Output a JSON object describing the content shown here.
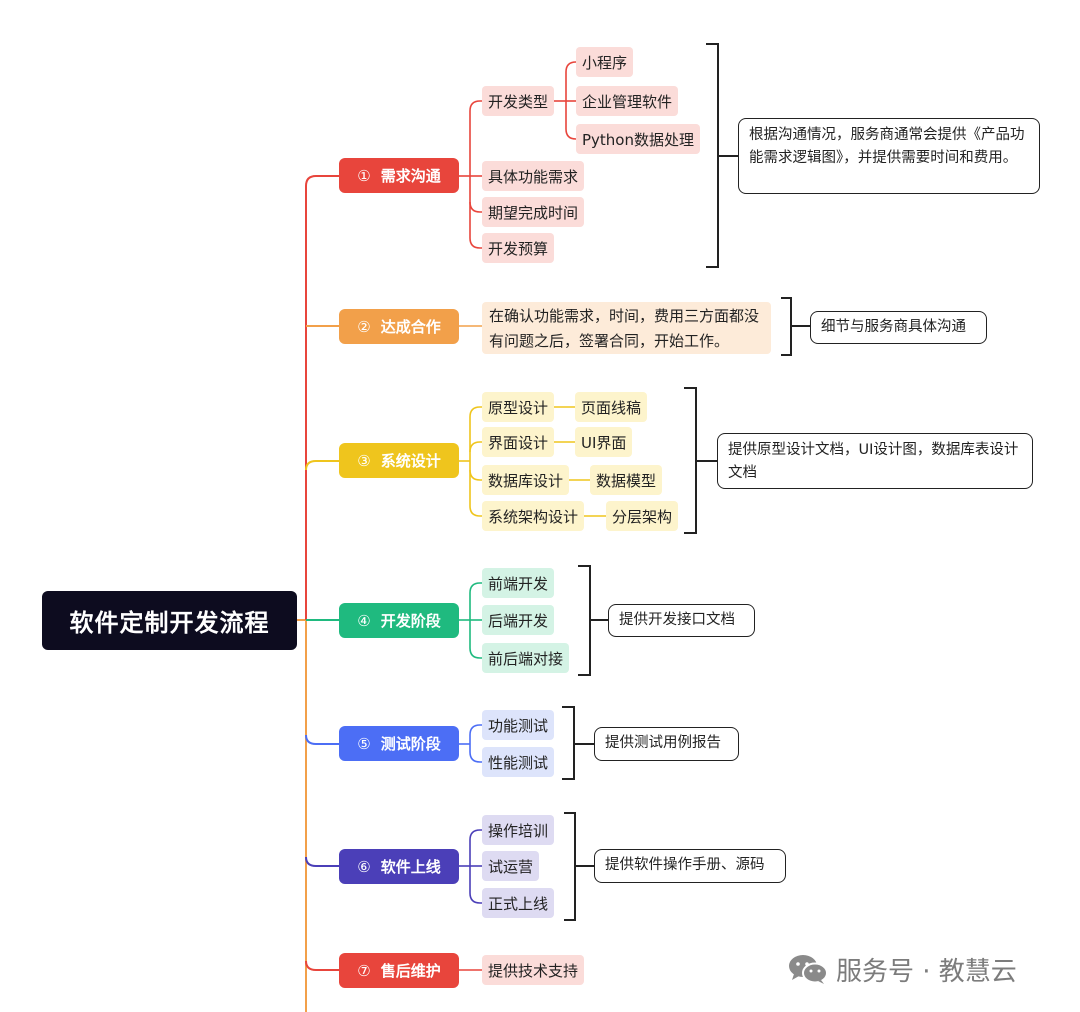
{
  "root": {
    "title": "软件定制开发流程"
  },
  "stages": [
    {
      "num": "①",
      "label": "需求沟通",
      "color": "#e8453c"
    },
    {
      "num": "②",
      "label": "达成合作",
      "color": "#f2a04a"
    },
    {
      "num": "③",
      "label": "系统设计",
      "color": "#efc51d"
    },
    {
      "num": "④",
      "label": "开发阶段",
      "color": "#1fba7f"
    },
    {
      "num": "⑤",
      "label": "测试阶段",
      "color": "#4c6ef5"
    },
    {
      "num": "⑥",
      "label": "软件上线",
      "color": "#4b3fb8"
    },
    {
      "num": "⑦",
      "label": "售后维护",
      "color": "#e8453c"
    }
  ],
  "s1": {
    "dev_type": "开发类型",
    "types": [
      "小程序",
      "企业管理软件",
      "Python数据处理"
    ],
    "features": "具体功能需求",
    "time": "期望完成时间",
    "budget": "开发预算",
    "note": "根据沟通情况，服务商通常会提供《产品功能需求逻辑图》，并提供需要时间和费用。"
  },
  "s2": {
    "desc": "在确认功能需求，时间，费用三方面都没有问题之后，签署合同，开始工作。",
    "note": "细节与服务商具体沟通"
  },
  "s3": {
    "items": [
      "原型设计",
      "界面设计",
      "数据库设计",
      "系统架构设计"
    ],
    "outputs": [
      "页面线稿",
      "UI界面",
      "数据模型",
      "分层架构"
    ],
    "note": "提供原型设计文档，UI设计图，数据库表设计文档"
  },
  "s4": {
    "items": [
      "前端开发",
      "后端开发",
      "前后端对接"
    ],
    "note": "提供开发接口文档"
  },
  "s5": {
    "items": [
      "功能测试",
      "性能测试"
    ],
    "note": "提供测试用例报告"
  },
  "s6": {
    "items": [
      "操作培训",
      "试运营",
      "正式上线"
    ],
    "note": "提供软件操作手册、源码"
  },
  "s7": {
    "item": "提供技术支持"
  },
  "watermark": {
    "text": "服务号 · 教慧云",
    "icon": "wechat-icon"
  }
}
